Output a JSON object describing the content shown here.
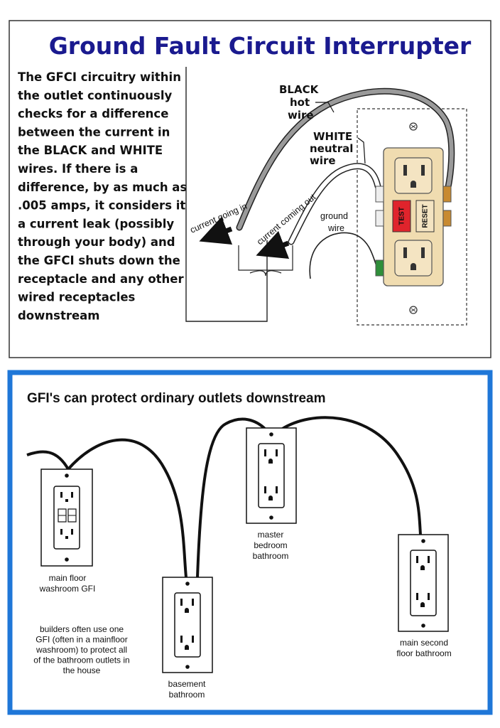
{
  "top_panel": {
    "title": "Ground Fault Circuit Interrupter",
    "description_lines": [
      "The GFCI circuitry within",
      "the outlet continuously",
      "checks for a difference",
      "between the current in",
      "the BLACK and WHITE",
      "wires.  If there is a",
      "difference, by as much as",
      ".005 amps, it considers it",
      "a current leak (possibly",
      "through your body) and",
      "the GFCI shuts down the",
      "receptacle and any other",
      "wired receptacles",
      "downstream"
    ],
    "black_wire_label": [
      "BLACK",
      "hot",
      "wire"
    ],
    "white_wire_label": [
      "WHITE",
      "neutral",
      "wire"
    ],
    "ground_wire_label": [
      "ground",
      "wire"
    ],
    "current_in_label": "current going in",
    "current_out_label": "current coming out",
    "test_button": "TEST",
    "reset_button": "RESET",
    "colors": {
      "title": "#1a1a8f",
      "outlet_body": "#f0dcb0",
      "test_red": "#e0242c",
      "black_wire": "#9a9a9a",
      "white_wire": "#ffffff",
      "ground_wire": "#2f8f3a"
    }
  },
  "bottom_panel": {
    "title": "GFI's can protect ordinary outlets downstream",
    "frame_color": "#1f77d8",
    "outlets": [
      {
        "label_lines": [
          "main floor",
          "washroom GFI"
        ]
      },
      {
        "label_lines": [
          "basement",
          "bathroom"
        ]
      },
      {
        "label_lines": [
          "master",
          "bedroom",
          "bathroom"
        ]
      },
      {
        "label_lines": [
          "main second",
          "floor bathroom"
        ]
      }
    ],
    "note_lines": [
      "builders often use one",
      "GFI (often in a mainfloor",
      "washroom) to protect all",
      "of the bathroom outlets in",
      "the house"
    ]
  }
}
